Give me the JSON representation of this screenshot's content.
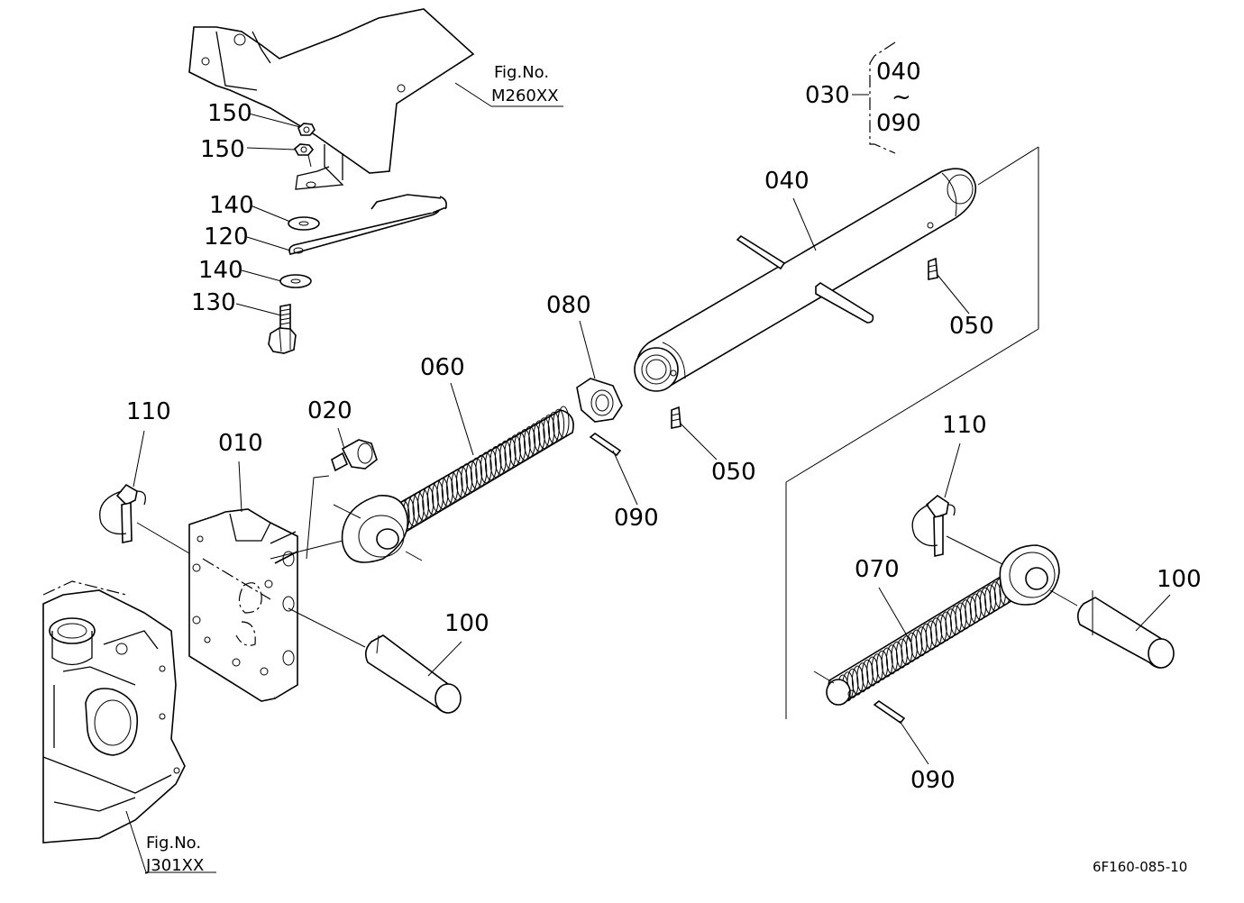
{
  "labels": {
    "p150a": "150",
    "p150b": "150",
    "p140a": "140",
    "p120": "120",
    "p140b": "140",
    "p130": "130",
    "p030": "030",
    "p040_group": "040",
    "tilde": "~",
    "p090_group": "090",
    "p040": "040",
    "p050a": "050",
    "p080": "080",
    "p060": "060",
    "p050b": "050",
    "p020": "020",
    "p110a": "110",
    "p010": "010",
    "p090a": "090",
    "p100a": "100",
    "p110b": "110",
    "p070": "070",
    "p100b": "100",
    "p090b": "090"
  },
  "refs": {
    "top_fig": "Fig.No.",
    "top_code": "M260XX",
    "bottom_fig": "Fig.No.",
    "bottom_code": "J301XX"
  },
  "diagram_code": "6F160-085-10"
}
